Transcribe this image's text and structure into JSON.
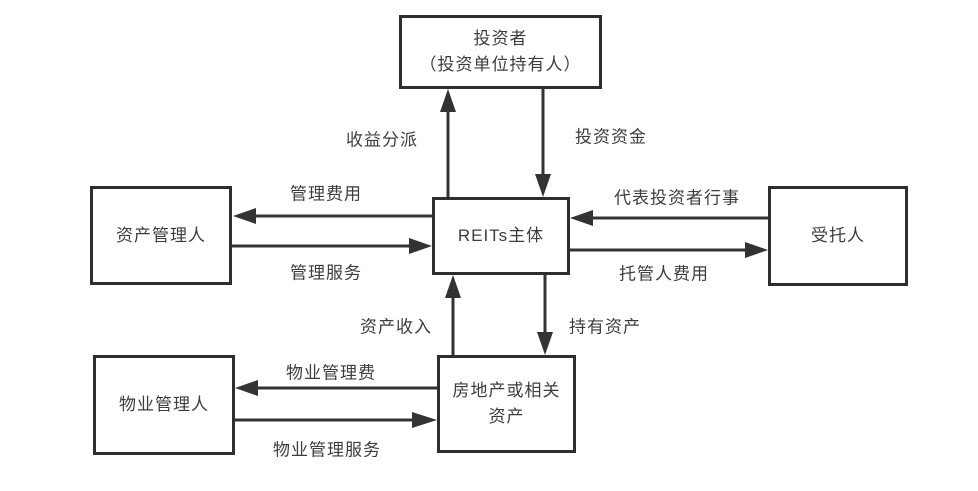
{
  "diagram": {
    "title": "REITs structure diagram",
    "background_color": "#ffffff",
    "line_color": "#333333",
    "text_color": "#3d3d3d",
    "nodes": {
      "investor": {
        "line1": "投资者",
        "line2": "（投资单位持有人）"
      },
      "reits": {
        "label": "REITs主体"
      },
      "asset_manager": {
        "label": "资产管理人"
      },
      "trustee": {
        "label": "受托人"
      },
      "property_manager": {
        "label": "物业管理人"
      },
      "real_estate": {
        "line1": "房地产或相关",
        "line2": "资产"
      }
    },
    "edges": {
      "income_distribution": {
        "label": "收益分派",
        "from": "reits",
        "to": "investor"
      },
      "investment_funds": {
        "label": "投资资金",
        "from": "investor",
        "to": "reits"
      },
      "management_fee": {
        "label": "管理费用",
        "from": "reits",
        "to": "asset_manager"
      },
      "management_service": {
        "label": "管理服务",
        "from": "asset_manager",
        "to": "reits"
      },
      "act_for_investors": {
        "label": "代表投资者行事",
        "from": "trustee",
        "to": "reits"
      },
      "trustee_fee": {
        "label": "托管人费用",
        "from": "reits",
        "to": "trustee"
      },
      "asset_income": {
        "label": "资产收入",
        "from": "real_estate",
        "to": "reits"
      },
      "hold_assets": {
        "label": "持有资产",
        "from": "reits",
        "to": "real_estate"
      },
      "property_management_fee": {
        "label": "物业管理费",
        "from": "real_estate",
        "to": "property_manager"
      },
      "property_management_service": {
        "label": "物业管理服务",
        "from": "property_manager",
        "to": "real_estate"
      }
    }
  }
}
